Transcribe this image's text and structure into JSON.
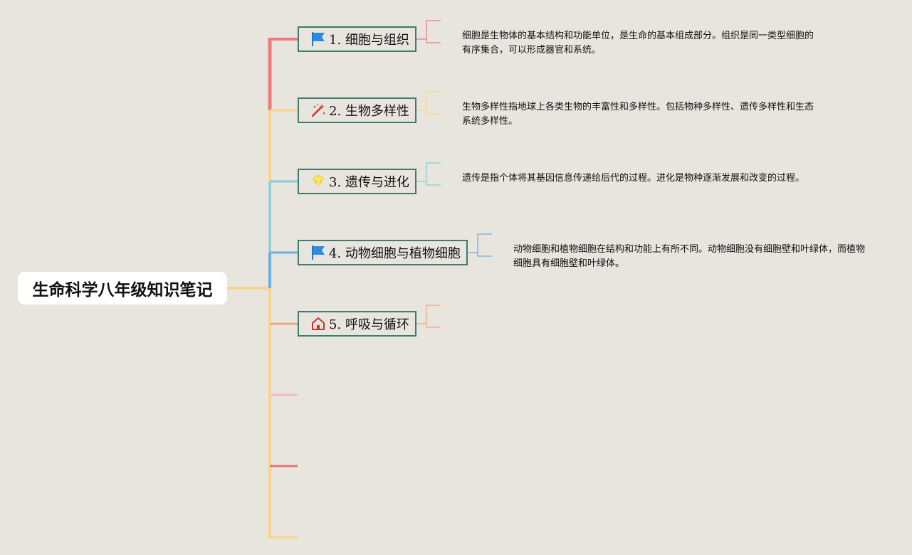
{
  "root": {
    "title": "生命科学八年级知识笔记"
  },
  "topics": [
    {
      "label": "1. 细胞与组织",
      "icon": "blue-flag-icon",
      "color": "#ee7a7d",
      "note": "细胞是生物体的基本结构和功能单位，是生命的基本组成部分。组织是同一类型细胞的有序集合，可以形成器官和系统。"
    },
    {
      "label": "2. 生物多样性",
      "icon": "magic-wand-icon",
      "color": "#f7d58a",
      "note": "生物多样性指地球上各类生物的丰富性和多样性。包括物种多样性、遗传多样性和生态系统多样性。"
    },
    {
      "label": "3. 遗传与进化",
      "icon": "yellow-gem-icon",
      "color": "#85cbd8",
      "note": "遗传是指个体将其基因信息传递给后代的过程。进化是物种逐渐发展和改变的过程。"
    },
    {
      "label": "4. 动物细胞与植物细胞",
      "icon": "blue-flag-icon",
      "color": "#6aafe0",
      "note": "动物细胞和植物细胞在结构和功能上有所不同。动物细胞没有细胞壁和叶绿体，而植物细胞具有细胞壁和叶绿体。"
    },
    {
      "label": "5. 呼吸与循环",
      "icon": "house-icon",
      "color": "#eea77a",
      "note": ""
    }
  ],
  "empty_branches": [
    {
      "color": "#f0bcd4"
    },
    {
      "color": "#e6736e"
    },
    {
      "color": "#f7d58a"
    }
  ]
}
